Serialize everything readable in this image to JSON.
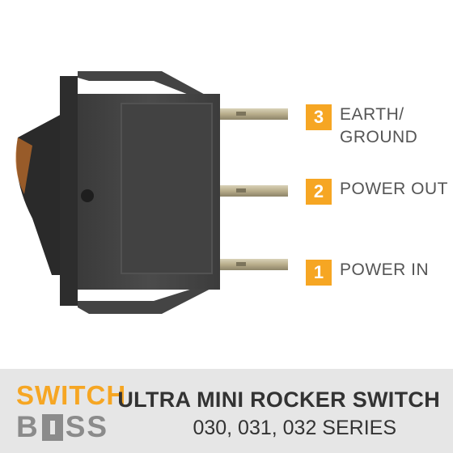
{
  "pins": [
    {
      "number": "3",
      "line1": "EARTH/",
      "line2": "GROUND"
    },
    {
      "number": "2",
      "line1": "POWER OUT",
      "line2": ""
    },
    {
      "number": "1",
      "line1": "POWER IN",
      "line2": ""
    }
  ],
  "brand": {
    "top": "SWITCH",
    "b": "B",
    "ss": "SS"
  },
  "product": {
    "title": "ULTRA MINI ROCKER SWITCH",
    "subtitle": "030, 031, 032 SERIES"
  },
  "colors": {
    "accent": "#f6a623",
    "text": "#555555",
    "footer_bg": "#e6e6e6"
  }
}
